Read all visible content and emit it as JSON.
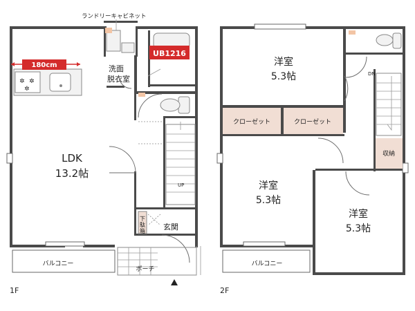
{
  "floor1": {
    "floor_label": "1F",
    "laundry_cabinet": "ランドリーキャビネット",
    "unit_bath": "UB1216",
    "washroom_line1": "洗面",
    "washroom_line2": "脱衣室",
    "ldk_name": "LDK",
    "ldk_size": "13.2帖",
    "kitchen_width": "180cm",
    "stairs_dir": "UP",
    "shoe_box": "下駄箱",
    "entrance": "玄関",
    "balcony": "バルコニー",
    "porch": "ポーチ"
  },
  "floor2": {
    "floor_label": "2F",
    "room_a_name": "洋室",
    "room_a_size": "5.3帖",
    "closet_left": "クローゼット",
    "closet_right": "クローゼット",
    "room_b_name": "洋室",
    "room_b_size": "5.3帖",
    "room_c_name": "洋室",
    "room_c_size": "5.3帖",
    "storage": "収納",
    "stairs_dir": "DN",
    "balcony": "バルコニー"
  },
  "colors": {
    "wall": "#4a4a4a",
    "accent_red": "#d42b2b",
    "closet_fill": "#f1ded4"
  }
}
